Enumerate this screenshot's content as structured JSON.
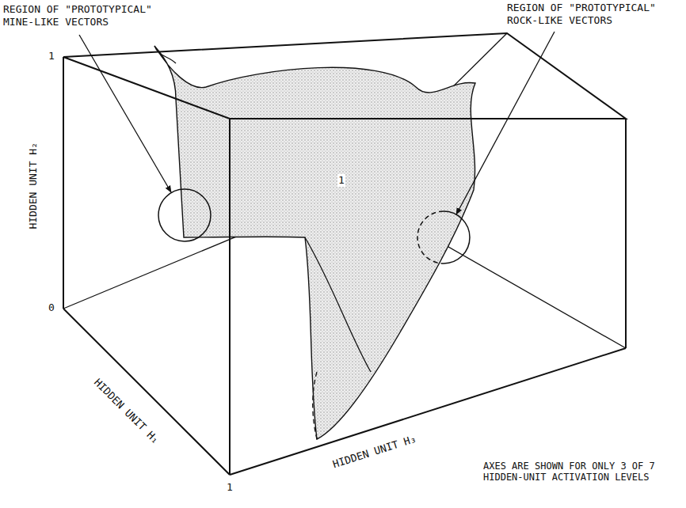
{
  "diagram": {
    "labels": [
      "REGION OF \"PROTOTYPICAL\" MINE-LIKE VECTORS",
      "REGION OF \"PROTOTYPICAL\" ROCK-LIKE VECTORS",
      "1",
      "0",
      "HIDDEN UNIT H₂",
      "HIDDEN UNIT H₁",
      "1",
      "HIDDEN UNIT H₃",
      "1",
      "AXES ARE SHOWN FOR ONLY 3 OF 7 HIDDEN-UNIT ACTIVATION LEVELS"
    ]
  }
}
